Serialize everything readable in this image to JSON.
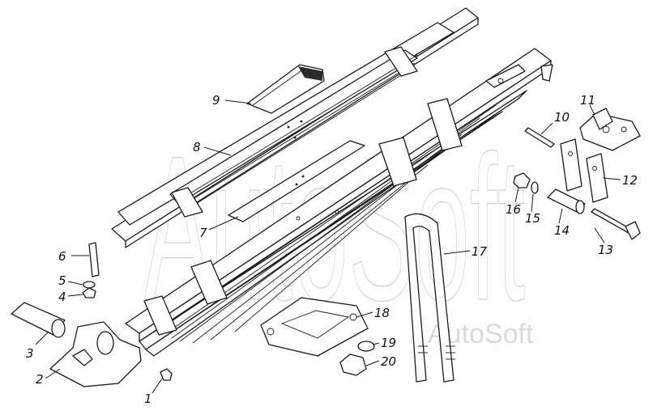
{
  "watermark": {
    "main": "AutoSoft",
    "secondary": "AutoSoft"
  },
  "callouts": [
    {
      "id": "c1",
      "number": "1"
    },
    {
      "id": "c2",
      "number": "2"
    },
    {
      "id": "c3",
      "number": "3"
    },
    {
      "id": "c4",
      "number": "4"
    },
    {
      "id": "c5",
      "number": "5"
    },
    {
      "id": "c6",
      "number": "6"
    },
    {
      "id": "c7",
      "number": "7"
    },
    {
      "id": "c8",
      "number": "8"
    },
    {
      "id": "c9",
      "number": "9"
    },
    {
      "id": "c10",
      "number": "10"
    },
    {
      "id": "c11",
      "number": "11"
    },
    {
      "id": "c12",
      "number": "12"
    },
    {
      "id": "c13",
      "number": "13"
    },
    {
      "id": "c14",
      "number": "14"
    },
    {
      "id": "c15",
      "number": "15"
    },
    {
      "id": "c16",
      "number": "16"
    },
    {
      "id": "c17",
      "number": "17"
    },
    {
      "id": "c18",
      "number": "18"
    },
    {
      "id": "c19",
      "number": "19"
    },
    {
      "id": "c20",
      "number": "20"
    }
  ]
}
